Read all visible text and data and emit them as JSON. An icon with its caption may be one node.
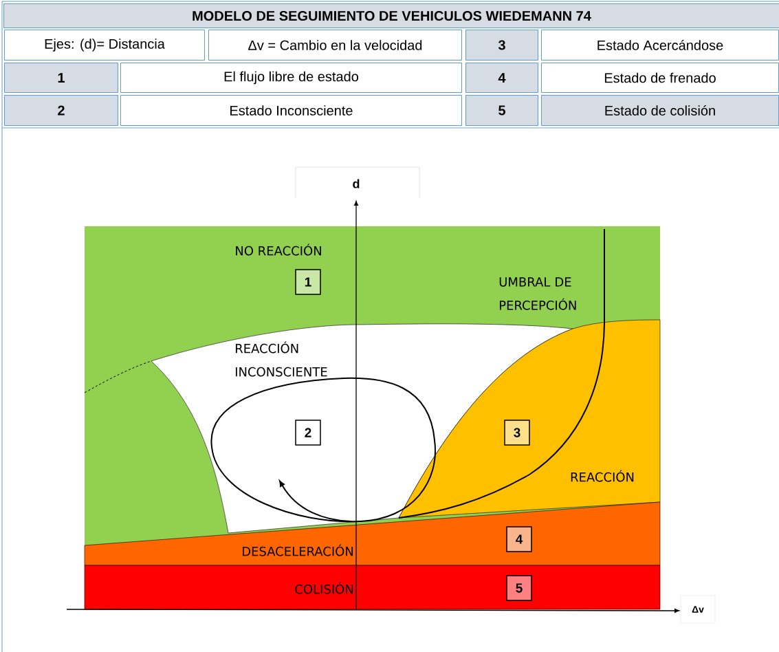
{
  "diagram": {
    "title": "MODELO DE SEGUIMIENTO DE VEHICULOS WIEDEMANN 74",
    "nodes": [
      {
        "text": [
          "1"
        ]
      },
      {
        "text": [
          "2"
        ]
      },
      {
        "text": [
          "3"
        ]
      },
      {
        "text": [
          "4"
        ]
      },
      {
        "text": [
          "5"
        ]
      }
    ],
    "labels": [
      "Ejes: (d)= Distancia",
      "Δv = Cambio en la velocidad",
      "3",
      "Estado Acercándose",
      "1",
      "El flujo libre de estado",
      "4",
      "Estado de frenado",
      "2",
      "Estado Inconsciente",
      "5",
      "Estado de colisión",
      "d",
      "NO REACCIÓN",
      "UMBRAL DE PERCEPCIÓN",
      "REACCIÓN INCONSCIENTE",
      "REACCIÓN",
      "DESACELERACIÓN",
      "COLISIÓN",
      "Δv"
    ]
  }
}
